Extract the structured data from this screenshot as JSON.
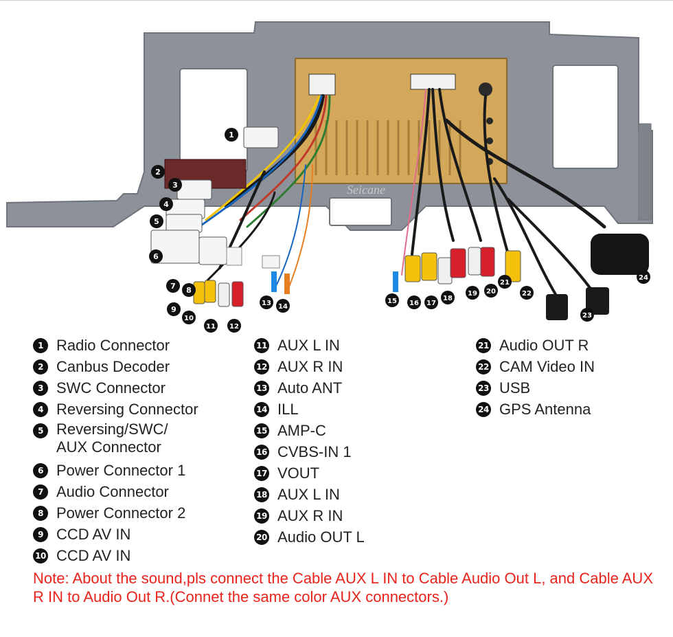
{
  "watermark": "Seicane",
  "legend": {
    "column1": [
      {
        "num": "1",
        "label": "Radio Connector"
      },
      {
        "num": "2",
        "label": "Canbus Decoder"
      },
      {
        "num": "3",
        "label": "SWC Connector"
      },
      {
        "num": "4",
        "label": "Reversing Connector"
      },
      {
        "num": "5",
        "label": "Reversing/SWC/",
        "label2": "AUX Connector"
      },
      {
        "num": "6",
        "label": "Power Connector 1"
      },
      {
        "num": "7",
        "label": "Audio Connector"
      },
      {
        "num": "8",
        "label": "Power Connector 2"
      },
      {
        "num": "9",
        "label": "CCD AV IN"
      },
      {
        "num": "10",
        "label": "CCD AV IN"
      }
    ],
    "column2": [
      {
        "num": "11",
        "label": "AUX L IN"
      },
      {
        "num": "12",
        "label": "AUX R IN"
      },
      {
        "num": "13",
        "label": "Auto ANT"
      },
      {
        "num": "14",
        "label": "ILL"
      },
      {
        "num": "15",
        "label": "AMP-C"
      },
      {
        "num": "16",
        "label": "CVBS-IN 1"
      },
      {
        "num": "17",
        "label": "VOUT"
      },
      {
        "num": "18",
        "label": "AUX L IN"
      },
      {
        "num": "19",
        "label": "AUX R IN"
      },
      {
        "num": "20",
        "label": "Audio OUT L"
      }
    ],
    "column3": [
      {
        "num": "21",
        "label": "Audio OUT R"
      },
      {
        "num": "22",
        "label": "CAM Video IN"
      },
      {
        "num": "23",
        "label": "USB"
      },
      {
        "num": "24",
        "label": "GPS Antenna"
      }
    ]
  },
  "note": "Note: About the sound,pls connect the Cable AUX L IN to Cable Audio Out L, and Cable AUX R IN to  Audio Out R.(Connet the same color AUX connectors.)",
  "callouts": [
    "1",
    "2",
    "3",
    "4",
    "5",
    "6",
    "7",
    "8",
    "9",
    "10",
    "11",
    "12",
    "13",
    "14",
    "15",
    "16",
    "17",
    "18",
    "19",
    "20",
    "21",
    "22",
    "23",
    "24"
  ],
  "colors": {
    "frame": "#8d9199",
    "unit": "#d4a85a",
    "note": "#e8231b",
    "badge": "#111111"
  }
}
